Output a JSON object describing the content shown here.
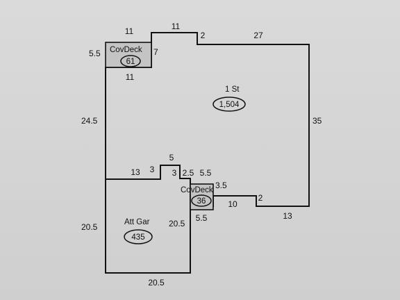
{
  "areas": {
    "first_story": {
      "label": "1 St",
      "value": "1,504"
    },
    "garage": {
      "label": "Att Gar",
      "value": "435"
    },
    "deck_top": {
      "label": "CovDeck",
      "value": "61"
    },
    "deck_mid": {
      "label": "CovDeck",
      "value": "36"
    }
  },
  "dimensions": {
    "deck_top_top": "11",
    "deck_top_bottom": "11",
    "deck_top_left": "5.5",
    "deck_top_right": "7",
    "top_step": "11",
    "top_jog": "2",
    "top_right": "27",
    "right_side": "35",
    "left_upper": "24.5",
    "left_lower": "20.5",
    "bottom_garage": "20.5",
    "garage_inner": "20.5",
    "garage_top": "13",
    "bump_left": "3",
    "bump_top": "5",
    "bump_right": "3",
    "step_2_5": "2.5",
    "deck_mid_top": "5.5",
    "deck_mid_right": "3.5",
    "deck_mid_bottom": "5.5",
    "lower_mid": "10",
    "lower_jog": "2",
    "lower_right": "13"
  }
}
